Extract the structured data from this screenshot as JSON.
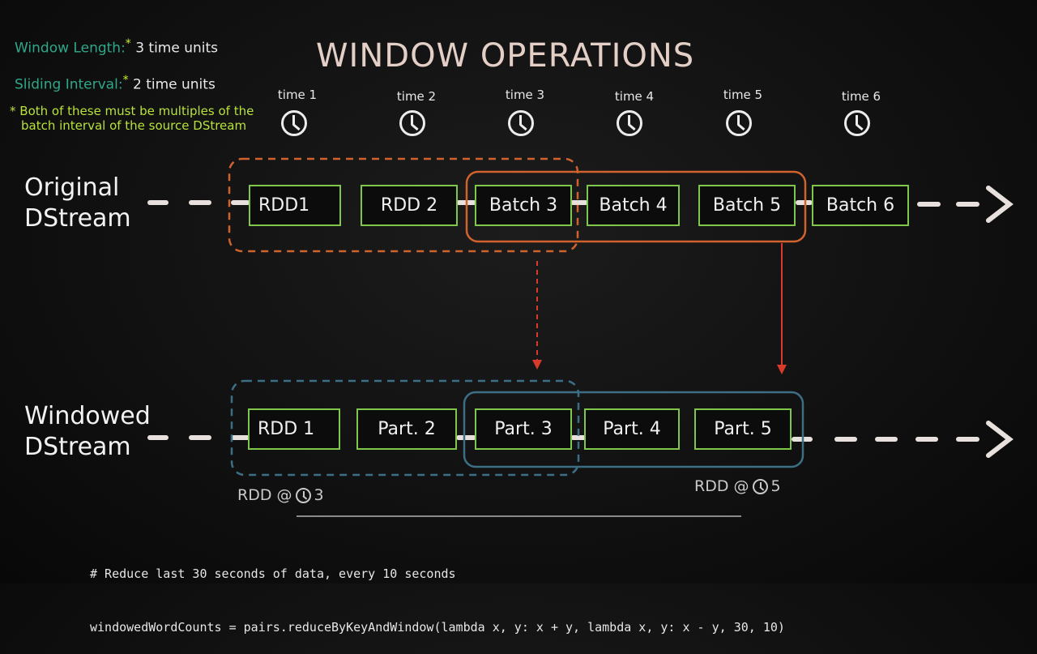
{
  "title": "WINDOW OPERATIONS",
  "notes": {
    "window_length_label": "Window Length:",
    "window_length_value": "3 time units",
    "sliding_interval_label": "Sliding Interval:",
    "sliding_interval_value": "2 time units",
    "footnote_line1": "Both of these must be multiples of the",
    "footnote_line2": "batch interval of the source DStream"
  },
  "time_labels": [
    "time 1",
    "time 2",
    "time 3",
    "time 4",
    "time 5",
    "time 6"
  ],
  "original": {
    "label_line1": "Original",
    "label_line2": "DStream",
    "boxes": [
      "RDD1",
      "RDD 2",
      "Batch 3",
      "Batch 4",
      "Batch 5",
      "Batch 6"
    ]
  },
  "windowed": {
    "label_line1": "Windowed",
    "label_line2": "DStream",
    "boxes": [
      "RDD 1",
      "Part. 2",
      "Part. 3",
      "Part. 4",
      "Part. 5"
    ]
  },
  "rdd_at_3": {
    "prefix": "RDD @",
    "num": "3"
  },
  "rdd_at_5": {
    "prefix": "RDD @",
    "num": "5"
  },
  "code": {
    "line1": "# Reduce last 30 seconds of data, every 10 seconds",
    "line2": "windowedWordCounts = pairs.reduceByKeyAndWindow(lambda x, y: x + y, lambda x, y: x - y, 30, 10)"
  },
  "colors": {
    "box_border": "#7fc74a",
    "window_orange": "#d0622e",
    "window_blue": "#3c6f86",
    "arrow_red": "#d93a2a",
    "note_green": "#2fa88a"
  }
}
